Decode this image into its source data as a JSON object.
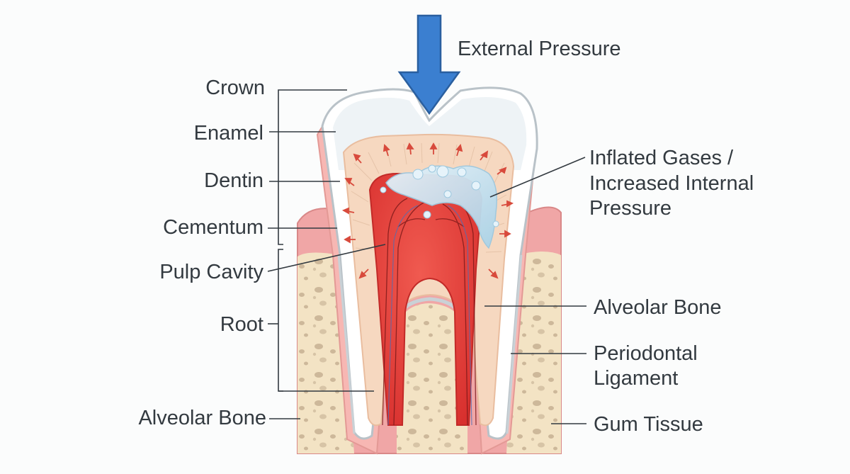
{
  "labels": {
    "external_pressure": "External Pressure",
    "crown": "Crown",
    "enamel": "Enamel",
    "dentin": "Dentin",
    "cementum": "Cementum",
    "pulp_cavity": "Pulp Cavity",
    "root": "Root",
    "alveolar_bone_left": "Alveolar Bone",
    "inflated_gases_line1": "Inflated Gases /",
    "inflated_gases_line2": "Increased Internal",
    "inflated_gases_line3": "Pressure",
    "alveolar_bone_right": "Alveolar Bone",
    "periodontal_line1": "Periodontal",
    "periodontal_line2": "Ligament",
    "gum_tissue": "Gum Tissue"
  },
  "colors": {
    "arrow": "#3b7fd0",
    "enamel": "#ffffff",
    "dentin": "#f6d8c0",
    "pulp": "#e0403c",
    "gas": "#c6e2f0",
    "gum": "#f0a6a6",
    "bone": "#f3e3c4",
    "bone_spots": "#cdb89a",
    "leader": "#333a40"
  },
  "icons": {
    "pressure_arrow": "down-arrow-icon"
  }
}
